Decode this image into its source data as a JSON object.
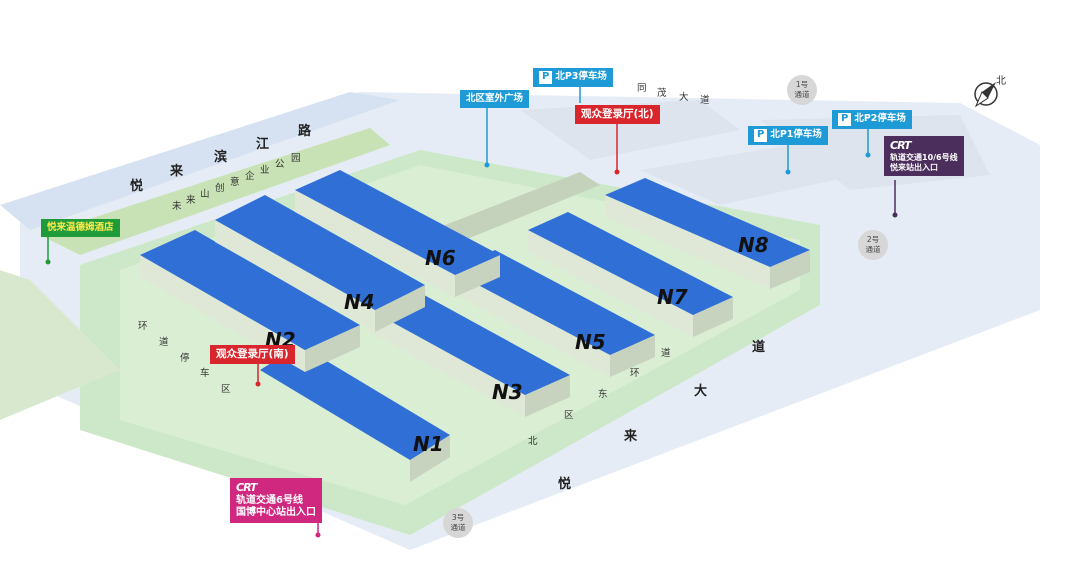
{
  "roads": {
    "south": [
      "悦",
      "来",
      "大",
      "道"
    ],
    "north_chars": [
      "悦",
      "来",
      "滨",
      "江",
      "路"
    ],
    "tongmao": [
      "同",
      "茂",
      "大",
      "道"
    ],
    "park": [
      "未",
      "来",
      "山",
      "创",
      "意",
      "企",
      "业",
      "公",
      "园"
    ],
    "ring_w": [
      "环",
      "道",
      "停",
      "车",
      "区"
    ],
    "ring_e": [
      "北",
      "区",
      "东",
      "环",
      "道"
    ]
  },
  "halls": [
    "N1",
    "N2",
    "N3",
    "N4",
    "N5",
    "N6",
    "N7",
    "N8"
  ],
  "labels": {
    "north_plaza": "北区室外广场",
    "p3": "北P3停车场",
    "p1": "北P1停车场",
    "p2": "北P2停车场",
    "p_letter": "P",
    "hall_north": "观众登录厅(北)",
    "hall_south": "观众登录厅(南)",
    "hotel": "悦来温德姆酒店",
    "metro_line1": "轨道交通10/6号线",
    "metro_line1b": "悦来站出入口",
    "metro_line2": "轨道交通6号线",
    "metro_line2b": "国博中心站出入口",
    "metro_logo": "CRT"
  },
  "gates": {
    "g1_num": "1号",
    "g1_txt": "通道",
    "g2_num": "2号",
    "g2_txt": "通道",
    "g3_num": "3号",
    "g3_txt": "通道"
  },
  "compass": "北",
  "colors": {
    "roof": "#2f6fd6",
    "wall": "#dfe7d6",
    "ground": "#c9e5c3",
    "road": "#dde6f2"
  }
}
